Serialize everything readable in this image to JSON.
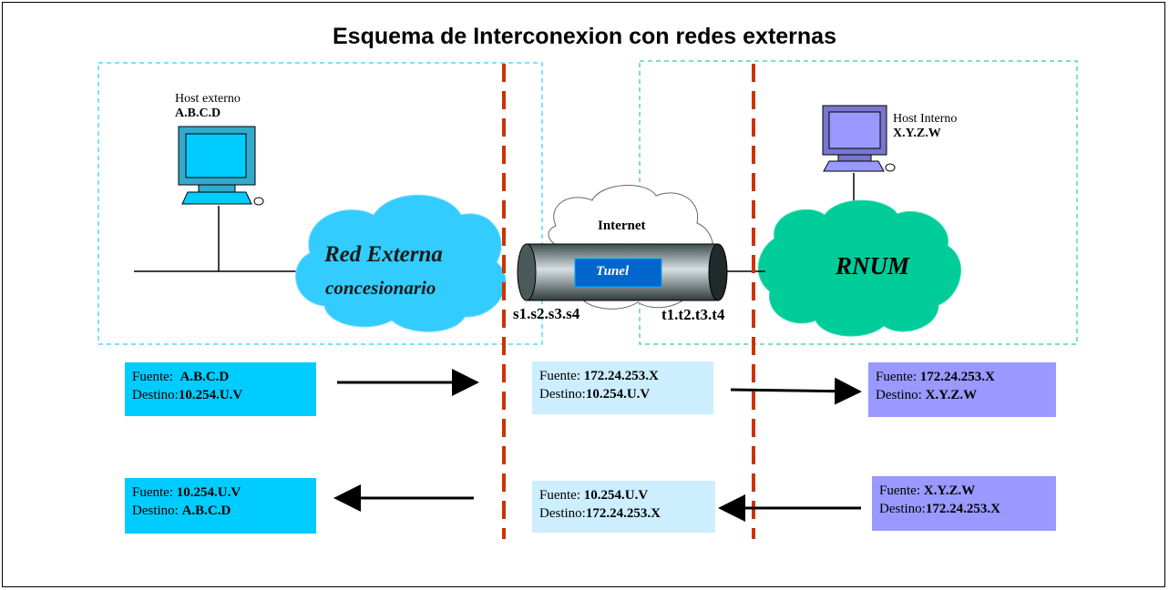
{
  "title": "Esquema de Interconexion con redes externas",
  "hosts": {
    "external": {
      "line1": "Host externo",
      "line2": "A.B.C.D"
    },
    "internal": {
      "line1": "Host Interno",
      "line2": "X.Y.Z.W"
    }
  },
  "clouds": {
    "external": {
      "line1": "Red Externa",
      "line2": "concesionario"
    },
    "internet": "Internet",
    "rnum": "RNUM"
  },
  "tunnel": {
    "label": "Tunel",
    "left_endpoint": "s1.s2.s3.s4",
    "right_endpoint": "t1.t2.t3.t4"
  },
  "packets": {
    "out_1": {
      "src_key": "Fuente:",
      "src_val": "A.B.C.D",
      "dst_key": "Destino:",
      "dst_val": "10.254.U.V"
    },
    "out_2": {
      "src_key": "Fuente:",
      "src_val": "172.24.253.X",
      "dst_key": "Destino:",
      "dst_val": "10.254.U.V"
    },
    "out_3": {
      "src_key": "Fuente:",
      "src_val": "172.24.253.X",
      "dst_key": "Destino:",
      "dst_val": "X.Y.Z.W"
    },
    "ret_1": {
      "src_key": "Fuente:",
      "src_val": "10.254.U.V",
      "dst_key": "Destino:",
      "dst_val": "A.B.C.D"
    },
    "ret_2": {
      "src_key": "Fuente:",
      "src_val": "10.254.U.V",
      "dst_key": "Destino:",
      "dst_val": "172.24.253.X"
    },
    "ret_3": {
      "src_key": "Fuente:",
      "src_val": "X.Y.Z.W",
      "dst_key": "Destino:",
      "dst_val": "172.24.253.X"
    }
  },
  "colors": {
    "external_cloud": "#33ccff",
    "rnum_cloud": "#00cc99",
    "boundary_line": "#cc3300",
    "external_zone": "#33ccff",
    "internal_zone": "#33cc99"
  }
}
